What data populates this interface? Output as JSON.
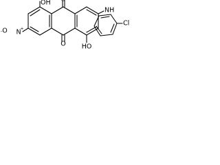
{
  "structure": {
    "labels": {
      "hydroxyl_top": "OH",
      "hydroxyl_bottom": "HO",
      "carbonyl_top": "O",
      "carbonyl_bottom": "O",
      "nitro_nitrogen": "N",
      "nitro_plus": "+",
      "nitro_oxygen": "O",
      "nitro_minus": "-",
      "amine": "NH",
      "chlorine": "Cl"
    }
  }
}
